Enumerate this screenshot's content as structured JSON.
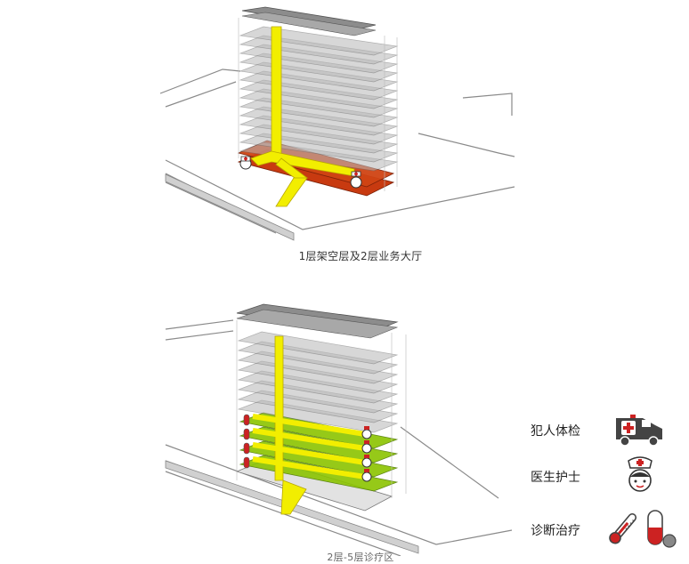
{
  "captions": {
    "top": "1层架空层及2层业务大厅",
    "bottom": "2层-5层诊疗区"
  },
  "legend": [
    {
      "label": "犯人体检",
      "icon": "ambulance-icon"
    },
    {
      "label": "医生护士",
      "icon": "nurse-icon"
    },
    {
      "label": "诊断治疗",
      "icon": "thermometer-pill-icon"
    }
  ],
  "colors": {
    "floor": "#9a9a9a",
    "path": "#f2ee00",
    "lobby": "#c83a10",
    "clinic": "#8bc400",
    "accent": "#cc2222"
  }
}
